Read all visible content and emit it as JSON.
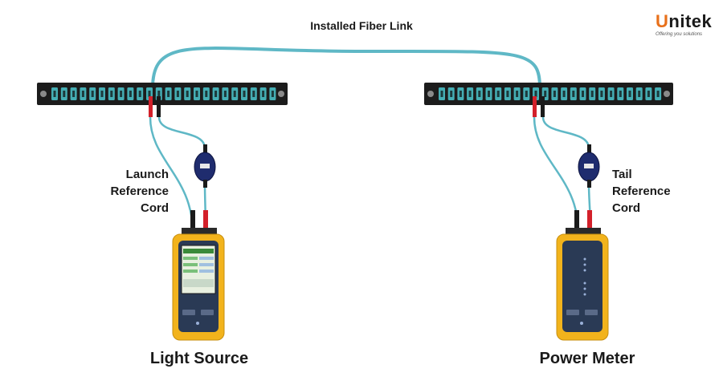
{
  "title": "Installed Fiber Link",
  "launch_cord": {
    "line1": "Launch",
    "line2": "Reference",
    "line3": "Cord"
  },
  "tail_cord": {
    "line1": "Tail",
    "line2": "Reference",
    "line3": "Cord"
  },
  "light_source_label": "Light Source",
  "power_meter_label": "Power Meter",
  "logo": {
    "name": "Unitek",
    "tagline": "Offering you solutions"
  },
  "colors": {
    "fiber": "#5fb8c6",
    "panel": "#1c1c1c",
    "port": "#45aeb4",
    "device_body": "#f2b31c",
    "device_face": "#2a3a55",
    "connector_red": "#d3202a",
    "logo_accent": "#e8701a"
  }
}
